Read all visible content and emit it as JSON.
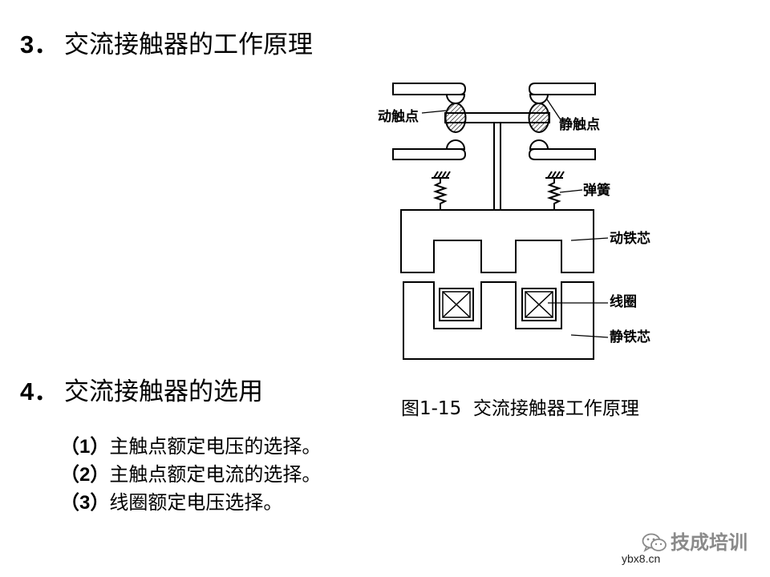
{
  "slide": {
    "section_3": {
      "number": "3．",
      "title": "交流接触器的工作原理"
    },
    "diagram": {
      "labels": {
        "moving_contact": "动触点",
        "static_contact": "静触点",
        "spring": "弹簧",
        "moving_core": "动铁芯",
        "coil": "线圈",
        "static_core": "静铁芯"
      },
      "caption": "图1-15  交流接触器工作原理"
    },
    "section_4": {
      "number": "4．",
      "title": "交流接触器的选用"
    },
    "selection_items": [
      {
        "marker": "（1）",
        "text": "主触点额定电压的选择。"
      },
      {
        "marker": "（2）",
        "text": "主触点额定电流的选择。"
      },
      {
        "marker": "（3）",
        "text": "线圈额定电压选择。"
      }
    ]
  },
  "watermark": {
    "icon": "wechat-icon",
    "brand": "技成培训",
    "site": "ybx8.cn"
  },
  "colors": {
    "background": "#ffffff",
    "text": "#000000",
    "watermark": "#8a8a8a"
  }
}
